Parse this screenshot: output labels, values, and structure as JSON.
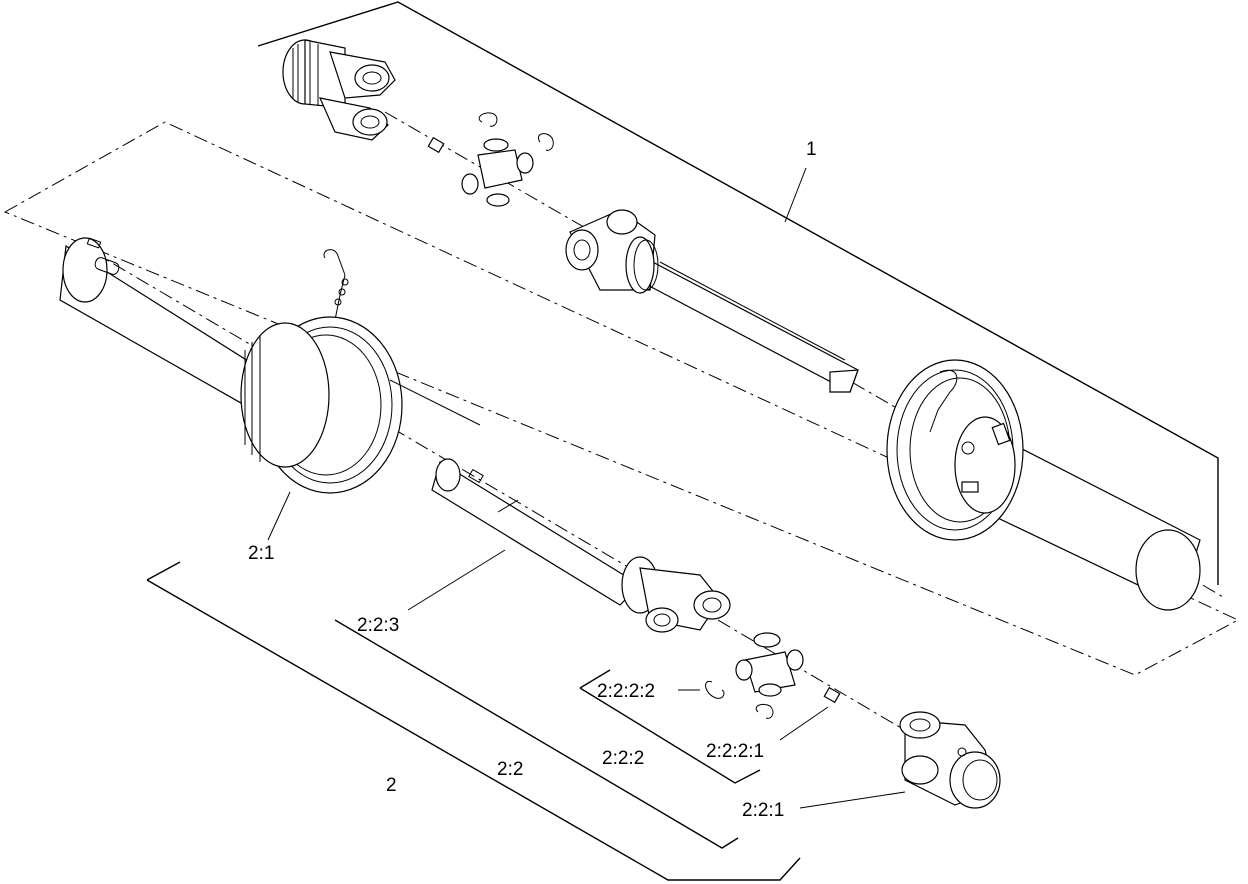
{
  "labels": {
    "l1": "1",
    "l2": "2",
    "l2_1": "2:1",
    "l2_2": "2:2",
    "l2_2_1": "2:2:1",
    "l2_2_2": "2:2:2",
    "l2_2_2_1": "2:2:2:1",
    "l2_2_2_2": "2:2:2:2",
    "l2_2_3": "2:2:3"
  }
}
